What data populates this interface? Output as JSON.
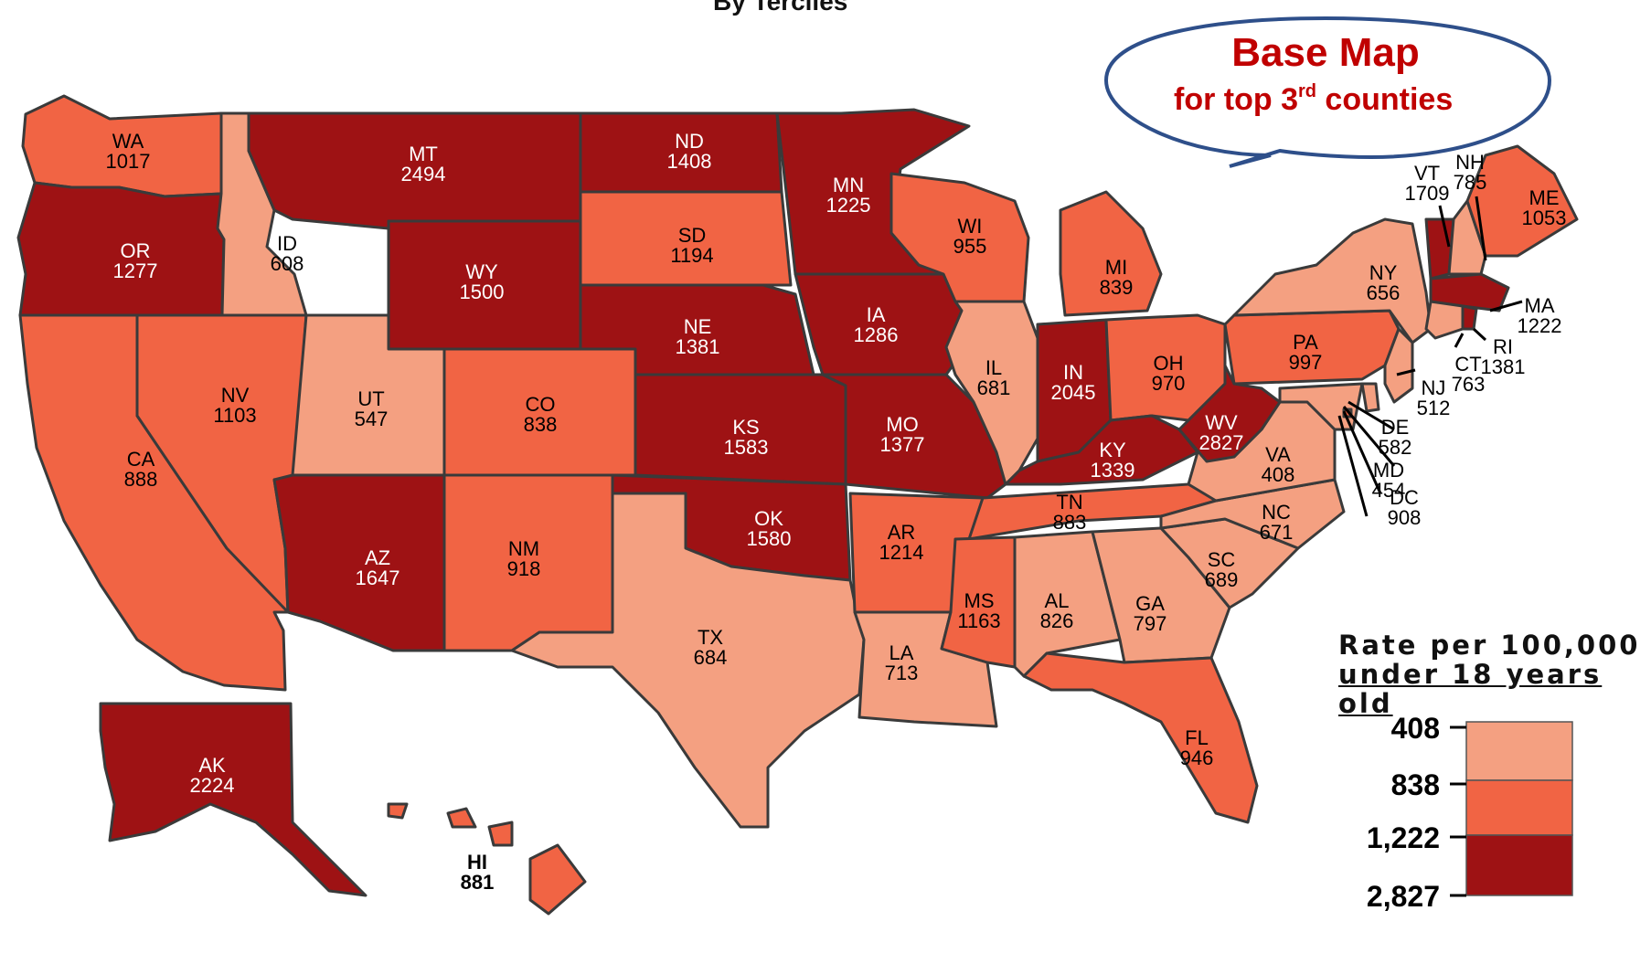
{
  "title_fragment": "By Terciles",
  "callout": {
    "line1": "Base Map",
    "line2_pre": "for top 3",
    "line2_sup": "rd",
    "line2_post": " counties"
  },
  "legend": {
    "title_line1": "Rate per 100,000",
    "title_line2": "under 18 years old",
    "breaks": [
      "408",
      "838",
      "1,222",
      "2,827"
    ],
    "colors": [
      "#f4a081",
      "#f16444",
      "#9e1214"
    ]
  },
  "states": [
    {
      "abbr": "WA",
      "value": 1017,
      "tercile": 2
    },
    {
      "abbr": "OR",
      "value": 1277,
      "tercile": 3
    },
    {
      "abbr": "CA",
      "value": 888,
      "tercile": 2
    },
    {
      "abbr": "ID",
      "value": 608,
      "tercile": 1
    },
    {
      "abbr": "NV",
      "value": 1103,
      "tercile": 2
    },
    {
      "abbr": "MT",
      "value": 2494,
      "tercile": 3
    },
    {
      "abbr": "WY",
      "value": 1500,
      "tercile": 3
    },
    {
      "abbr": "UT",
      "value": 547,
      "tercile": 1
    },
    {
      "abbr": "AZ",
      "value": 1647,
      "tercile": 3
    },
    {
      "abbr": "CO",
      "value": 838,
      "tercile": 2
    },
    {
      "abbr": "NM",
      "value": 918,
      "tercile": 2
    },
    {
      "abbr": "ND",
      "value": 1408,
      "tercile": 3
    },
    {
      "abbr": "SD",
      "value": 1194,
      "tercile": 2
    },
    {
      "abbr": "NE",
      "value": 1381,
      "tercile": 3
    },
    {
      "abbr": "KS",
      "value": 1583,
      "tercile": 3
    },
    {
      "abbr": "OK",
      "value": 1580,
      "tercile": 3
    },
    {
      "abbr": "TX",
      "value": 684,
      "tercile": 1
    },
    {
      "abbr": "MN",
      "value": 1225,
      "tercile": 3
    },
    {
      "abbr": "IA",
      "value": 1286,
      "tercile": 3
    },
    {
      "abbr": "MO",
      "value": 1377,
      "tercile": 3
    },
    {
      "abbr": "AR",
      "value": 1214,
      "tercile": 2
    },
    {
      "abbr": "LA",
      "value": 713,
      "tercile": 1
    },
    {
      "abbr": "WI",
      "value": 955,
      "tercile": 2
    },
    {
      "abbr": "IL",
      "value": 681,
      "tercile": 1
    },
    {
      "abbr": "MI",
      "value": 839,
      "tercile": 2
    },
    {
      "abbr": "IN",
      "value": 2045,
      "tercile": 3
    },
    {
      "abbr": "OH",
      "value": 970,
      "tercile": 2
    },
    {
      "abbr": "KY",
      "value": 1339,
      "tercile": 3
    },
    {
      "abbr": "TN",
      "value": 883,
      "tercile": 2
    },
    {
      "abbr": "MS",
      "value": 1163,
      "tercile": 2
    },
    {
      "abbr": "AL",
      "value": 826,
      "tercile": 1
    },
    {
      "abbr": "GA",
      "value": 797,
      "tercile": 1
    },
    {
      "abbr": "FL",
      "value": 946,
      "tercile": 2
    },
    {
      "abbr": "SC",
      "value": 689,
      "tercile": 1
    },
    {
      "abbr": "NC",
      "value": 671,
      "tercile": 1
    },
    {
      "abbr": "VA",
      "value": 408,
      "tercile": 1
    },
    {
      "abbr": "WV",
      "value": 2827,
      "tercile": 3
    },
    {
      "abbr": "PA",
      "value": 997,
      "tercile": 2
    },
    {
      "abbr": "NY",
      "value": 656,
      "tercile": 1
    },
    {
      "abbr": "VT",
      "value": 1709,
      "tercile": 3
    },
    {
      "abbr": "NH",
      "value": 785,
      "tercile": 1
    },
    {
      "abbr": "ME",
      "value": 1053,
      "tercile": 2
    },
    {
      "abbr": "MA",
      "value": 1222,
      "tercile": 3
    },
    {
      "abbr": "RI",
      "value": 1381,
      "tercile": 3
    },
    {
      "abbr": "CT",
      "value": 763,
      "tercile": 1
    },
    {
      "abbr": "NJ",
      "value": 512,
      "tercile": 1
    },
    {
      "abbr": "DE",
      "value": 582,
      "tercile": 1
    },
    {
      "abbr": "MD",
      "value": 454,
      "tercile": 1
    },
    {
      "abbr": "DC",
      "value": 908,
      "tercile": 2
    },
    {
      "abbr": "AK",
      "value": 2224,
      "tercile": 3
    },
    {
      "abbr": "HI",
      "value": 881,
      "tercile": 2
    }
  ]
}
